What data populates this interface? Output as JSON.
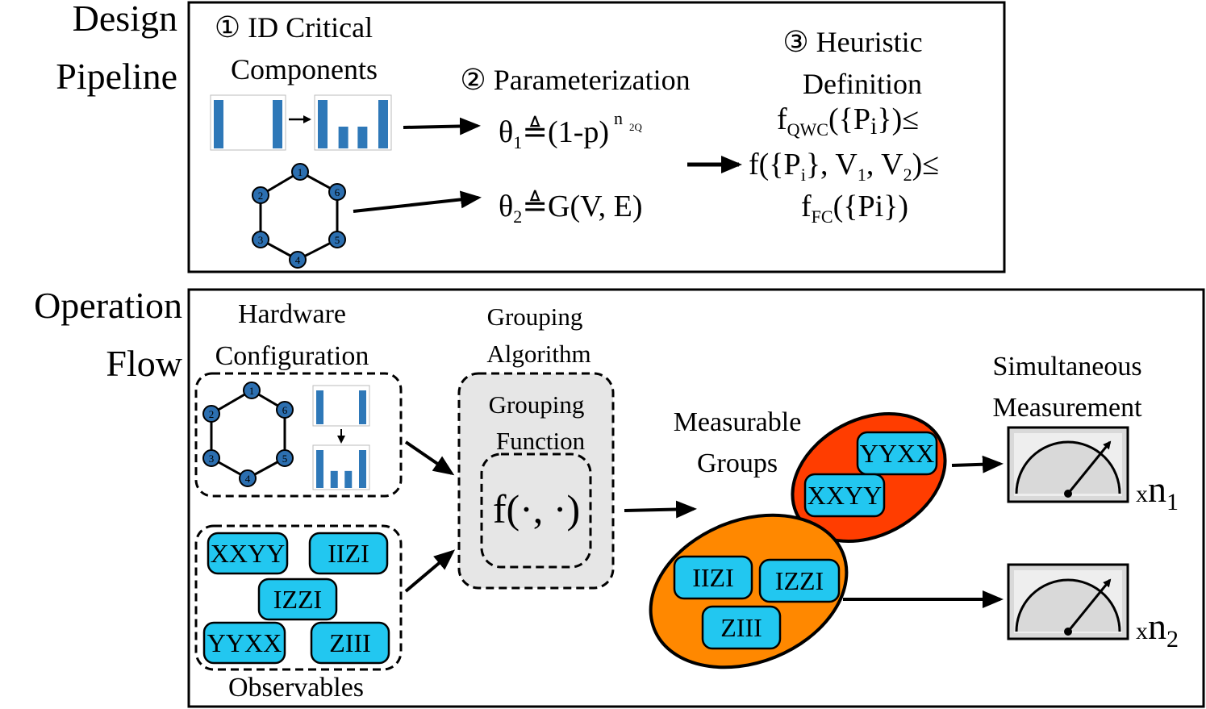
{
  "side_labels": {
    "design": [
      "Design",
      "Pipeline"
    ],
    "operation": [
      "Operation",
      "Flow"
    ]
  },
  "pipeline": {
    "step1": [
      "① ID Critical",
      "Components"
    ],
    "step2": "② Parameterization",
    "step3": [
      "③ Heuristic",
      "Definition"
    ],
    "theta1": {
      "sym": "θ",
      "sub": "1",
      "body": "≜(1-p)",
      "exp": "n",
      "exp_sub": "2Q"
    },
    "theta2": {
      "sym": "θ",
      "sub": "2",
      "body": "≜G(V, E)"
    },
    "heuristic": {
      "line1": {
        "f": "f",
        "sub": "QWC",
        "body": "({P",
        "isub": "i",
        "tail": "})≤"
      },
      "line2": {
        "a": "f({P",
        "isub": "i",
        "b": "}, V",
        "v1": "1",
        "c": ", V",
        "v2": "2",
        "d": ")≤"
      },
      "line3": {
        "f": "f",
        "sub": "FC",
        "body": "({Pi})"
      }
    },
    "graph_nodes": [
      "1",
      "2",
      "3",
      "4",
      "5",
      "6"
    ],
    "mini_chart_before": [
      1,
      1
    ],
    "mini_chart_after": [
      1,
      0.45,
      0.45,
      1
    ]
  },
  "operation": {
    "hardware_label": [
      "Hardware",
      "Configuration"
    ],
    "observables_label": "Observables",
    "observables": [
      "XXYY",
      "IIZI",
      "IZZI",
      "YYXX",
      "ZIII"
    ],
    "grouping_algorithm_label": [
      "Grouping",
      "Algorithm"
    ],
    "grouping_function_label": [
      "Grouping",
      "Function"
    ],
    "function_text": "f(·, ·)",
    "measurable_groups_label": [
      "Measurable",
      "Groups"
    ],
    "group1": [
      "YYXX",
      "XXYY"
    ],
    "group2": [
      "IIZI",
      "IZZI",
      "ZIII"
    ],
    "simultaneous_label": [
      "Simultaneous",
      "Measurement"
    ],
    "multiplier1": {
      "x": "x",
      "n": "n",
      "sub": "1"
    },
    "multiplier2": {
      "x": "x",
      "n": "n",
      "sub": "2"
    }
  },
  "colors": {
    "node_fill": "#2c6fb0",
    "bar_fill": "#2e78b8",
    "observable_fill": "#22c7f0",
    "group1_fill": "#ff3d00",
    "group2_fill": "#ff8800",
    "panel_gray": "#e6e6e6",
    "meter_fill": "#d9d9d9"
  }
}
